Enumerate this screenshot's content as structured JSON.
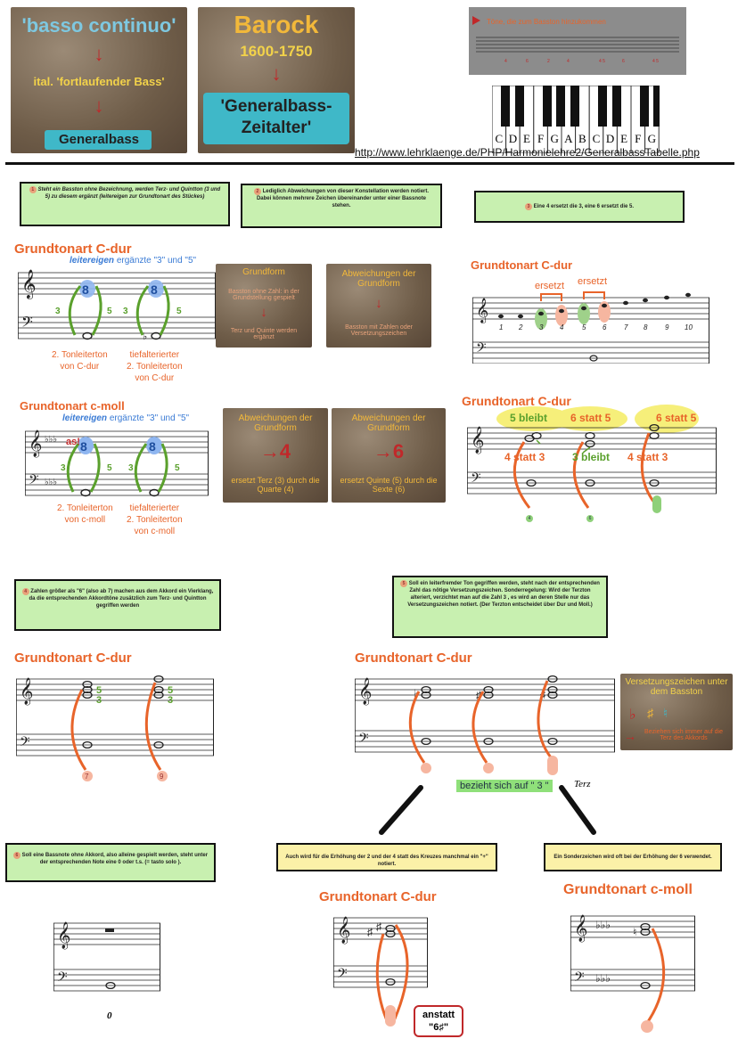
{
  "cards": {
    "basso": {
      "line1": "'basso continuo'",
      "line2": "ital. 'fortlaufender Bass'",
      "line3": "Generalbass"
    },
    "barock": {
      "title": "Barock",
      "years": "1600-1750",
      "label": "'Generalbass-Zeitalter'"
    },
    "grundform": {
      "title": "Grundform",
      "body": "Basston ohne Zahl: in der Grundstellung gespielt",
      "foot": "Terz und Quinte werden ergänzt"
    },
    "abweichungen1": {
      "title": "Abweichungen der Grundform",
      "body": "Basston mit Zahlen oder Versetzungszeichen"
    },
    "abw4": {
      "title": "Abweichungen der Grundform",
      "num": "4",
      "body": "ersetzt Terz (3) durch die Quarte (4)"
    },
    "abw6": {
      "title": "Abweichungen der Grundform",
      "num": "6",
      "body": "ersetzt Quinte (5) durch die Sexte (6)"
    },
    "versetzung": {
      "title": "Versetzungszeichen unter dem Basston",
      "body": "Beziehen sich immer auf die Terz des Akkords"
    }
  },
  "tone_strip": {
    "label": "Töne, die zum Basston hinzukommen"
  },
  "keyboard": {
    "keys": [
      "C",
      "D",
      "E",
      "F",
      "G",
      "A",
      "B",
      "C",
      "D",
      "E",
      "F",
      "G"
    ]
  },
  "url": "http://www.lehrklaenge.de/PHP/Harmonielehre2/GeneralbassTabelle.php",
  "notes": {
    "n1": "Steht ein Basston ohne Bezeichnung, werden Terz- und Quintton (3 und 5) zu diesem ergänzt (leitereigen zur Grundtonart des Stückes)",
    "n1_num": "1",
    "n2": "Lediglich Abweichungen von dieser Konstellation werden notiert. Dabei können mehrere Zeichen übereinander unter einer Bassnote stehen.",
    "n2_num": "2",
    "n3": "Eine 4 ersetzt die 3, eine 6 ersetzt die 5.",
    "n3_num": "3",
    "n4": "Zahlen größer als \"6\" (also ab 7) machen aus dem Akkord ein Vierklang, da die entsprechenden Akkordtöne zusätzlich zum Terz- und Quintton gegriffen werden",
    "n4_num": "4",
    "n5": "Soll ein leiterfremder Ton gegriffen werden, steht nach der entsprechenden Zahl das nötige Versetzungszeichen. Sonderregelung: Wird der Terzton alteriert, verzichtet man auf die Zahl 3 , es wird an deren Stelle nur das Versetzungszeichen notiert. (Der Terzton entscheidet über Dur und Moll.)",
    "n5_num": "5",
    "n6": "Soll eine Bassnote ohne Akkord, also alleine gespielt werden, steht unter der entsprechenden Note eine 0 oder t.s. (= tasto solo ).",
    "n6_num": "6",
    "n7": "Auch wird für die Erhöhung der 2 und der 4 statt des Kreuzes manchmal ein \"+\" notiert.",
    "n8": "Ein Sonderzeichen wird oft bei der Erhöhung der 6 verwendet."
  },
  "headings": {
    "h1": "Grundtonart C-dur",
    "h2": "Grundtonart c-moll",
    "h3": "Grundtonart C-dur",
    "h4": "Grundtonart C-dur",
    "h5": "Grundtonart C-dur",
    "h6": "Grundtonart C-dur",
    "h7": "Grundtonart C-dur",
    "h8": "Grundtonart c-moll"
  },
  "labels": {
    "leitereigen": "leitereigen",
    "ergaenzte": "ergänzte \"3\" und \"5\"",
    "tl_c1": "2. Tonleiterton",
    "tl_c2": "von C-dur",
    "tt_c1": "tiefalterierter",
    "tt_c2": "2. Tonleiterton",
    "tt_c3": "von C-dur",
    "tl_m2": "von c-moll",
    "tt_m3": "von c-moll",
    "as": "as!",
    "ersetzt": "ersetzt",
    "bleibt5": "5 bleibt",
    "statt6": "6 statt 5",
    "statt4": "4 statt 3",
    "bleibt3": "3 bleibt",
    "bezieht": "bezieht sich auf \" 3 \"",
    "terz": "Terz",
    "anstatt": "anstatt",
    "anstatt_val": "\"6♯\"",
    "zero": "0",
    "three": "3",
    "five": "5",
    "eight": "8"
  }
}
